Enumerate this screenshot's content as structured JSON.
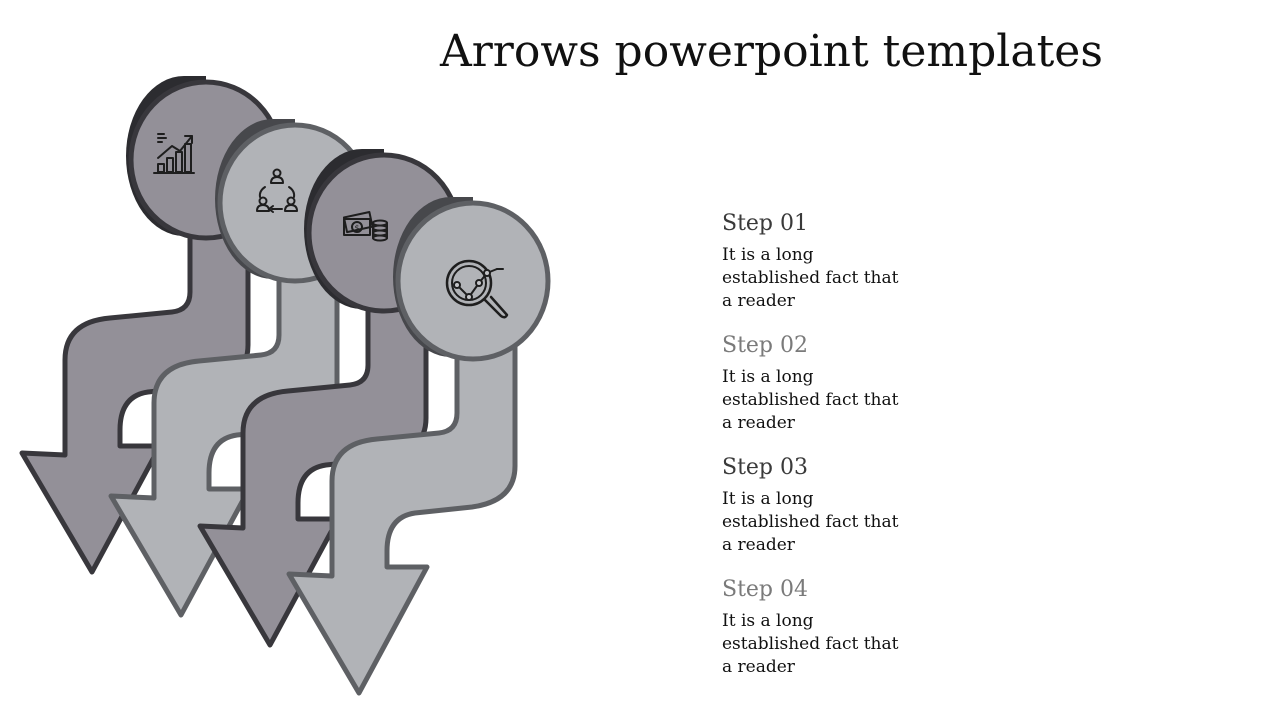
{
  "slide": {
    "title": "Arrows powerpoint templates"
  },
  "colors": {
    "dark_arrow_fill": "#939098",
    "light_arrow_fill": "#b1b3b7",
    "dark_outline": "#38373c",
    "light_outline": "#5e6064",
    "cylinder_side_dark": "#2c2c30",
    "cylinder_side_light": "#47484c",
    "step_title_dark": "#3a3a3a",
    "step_title_light": "#7a7a7a"
  },
  "arrows": [
    {
      "icon": "growth-chart-icon",
      "variant": "dark"
    },
    {
      "icon": "team-cycle-icon",
      "variant": "light"
    },
    {
      "icon": "money-coins-icon",
      "variant": "dark"
    },
    {
      "icon": "magnifier-analytics-icon",
      "variant": "light"
    }
  ],
  "steps": [
    {
      "title": "Step 01",
      "desc": "It is a long established fact that a reader"
    },
    {
      "title": "Step 02",
      "desc": "It is a long established fact that a reader"
    },
    {
      "title": "Step 03",
      "desc": "It is a long established fact that a reader"
    },
    {
      "title": "Step 04",
      "desc": "It is a long established fact that a reader"
    }
  ]
}
